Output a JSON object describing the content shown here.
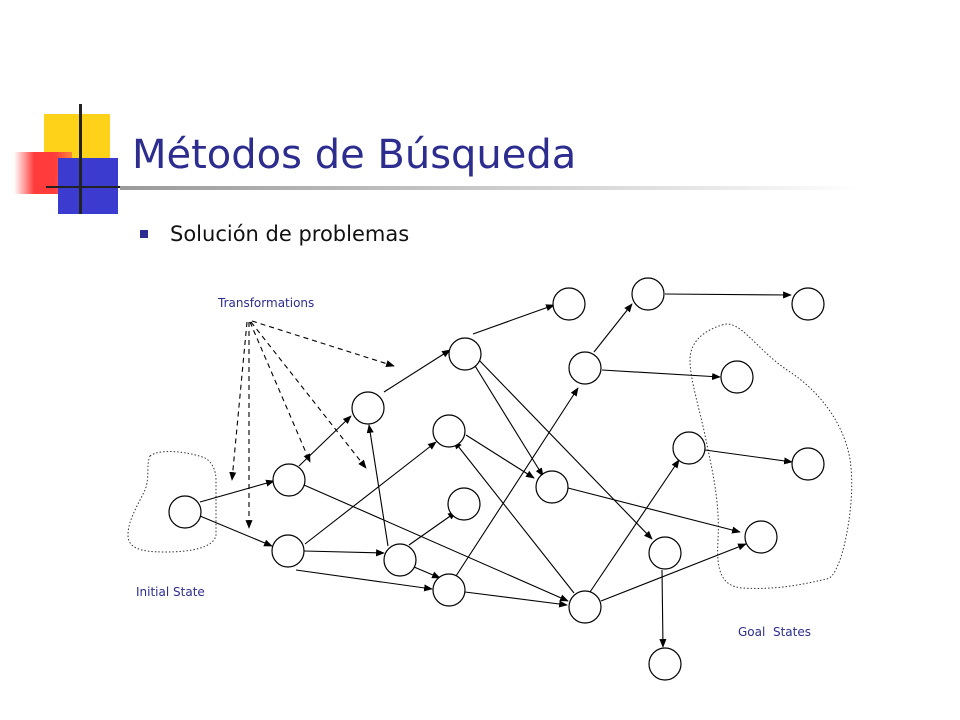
{
  "slide": {
    "title": "Métodos de Búsqueda",
    "bullet": "Solución de problemas"
  },
  "diagram": {
    "labels": {
      "transformations": "Transformations",
      "initial_state": "Initial State",
      "goal_states": "Goal  States"
    }
  },
  "colors": {
    "title": "#2d2d8f",
    "accent_yellow": "#ffd21a",
    "accent_red": "#ff3b3b",
    "accent_blue": "#3b3bd0"
  }
}
